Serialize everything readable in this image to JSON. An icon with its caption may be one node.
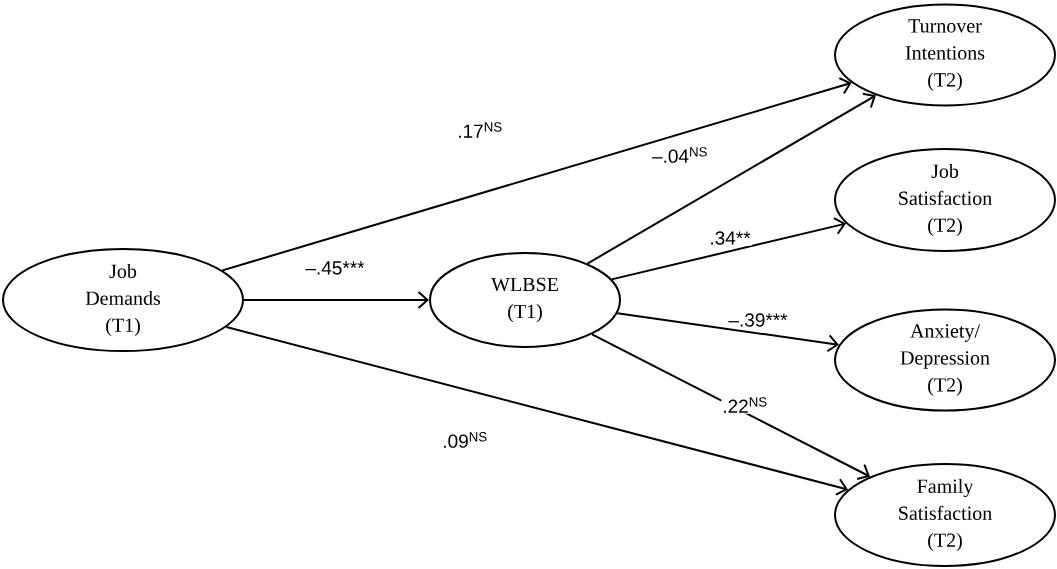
{
  "diagram": {
    "nodes": [
      {
        "text": [
          "Job Demands (T1)"
        ]
      },
      {
        "text": [
          "WLBSE (T1)"
        ]
      },
      {
        "text": [
          "Turnover Intentions (T2)"
        ]
      },
      {
        "text": [
          "Job Satisfaction (T2)"
        ]
      },
      {
        "text": [
          "Anxiety/ Depression (T2)"
        ]
      },
      {
        "text": [
          "Family Satisfaction (T2)"
        ]
      }
    ],
    "edges": [
      {
        "from": 0,
        "to": 2,
        "arrow": "to",
        "label": ".17$^{NS}$"
      },
      {
        "from": 0,
        "to": 1,
        "arrow": "to",
        "label": "–.45***"
      },
      {
        "from": 0,
        "to": 5,
        "arrow": "to",
        "label": ".09$^{NS}$"
      },
      {
        "from": 1,
        "to": 2,
        "arrow": "to",
        "label": "–.04$^{NS}$"
      },
      {
        "from": 1,
        "to": 3,
        "arrow": "to",
        "label": ".34**"
      },
      {
        "from": 1,
        "to": 4,
        "arrow": "to",
        "label": "–.39***"
      },
      {
        "from": 1,
        "to": 5,
        "arrow": "to",
        "label": ".22$^{NS}$"
      }
    ]
  }
}
